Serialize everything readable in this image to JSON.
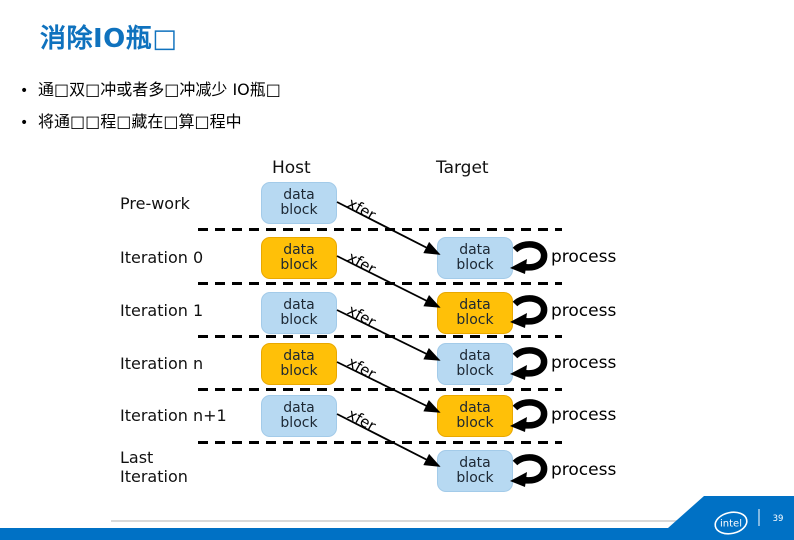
{
  "slide": {
    "title": "消除IO瓶□",
    "bullet_char": "•",
    "bullets": [
      "通□双□冲或者多□冲减少 IO瓶□",
      "将通□□程□藏在□算□程中"
    ],
    "page_number": "39",
    "logo_text": "intel"
  },
  "diagram": {
    "columns": {
      "host": "Host",
      "target": "Target"
    },
    "block_line1": "data",
    "block_line2": "block",
    "xfer_label": "xfer",
    "process_label": "process",
    "rows": [
      {
        "label": "Pre-work",
        "host_block": "blue",
        "target_block": null,
        "xfer": true,
        "process": false
      },
      {
        "label": "Iteration 0",
        "host_block": "orange",
        "target_block": "blue",
        "xfer": true,
        "process": true
      },
      {
        "label": "Iteration 1",
        "host_block": "blue",
        "target_block": "orange",
        "xfer": true,
        "process": true
      },
      {
        "label": "Iteration n",
        "host_block": "orange",
        "target_block": "blue",
        "xfer": true,
        "process": true
      },
      {
        "label": "Iteration n+1",
        "host_block": "blue",
        "target_block": "orange",
        "xfer": true,
        "process": true
      },
      {
        "label": "Last Iteration",
        "host_block": null,
        "target_block": "blue",
        "xfer": false,
        "process": true
      }
    ]
  },
  "colors": {
    "title_blue": "#0F72BE",
    "block_blue": "#B7D9F2",
    "block_orange": "#FFC008",
    "footer_blue": "#0071C5",
    "dash_black": "#000000"
  }
}
